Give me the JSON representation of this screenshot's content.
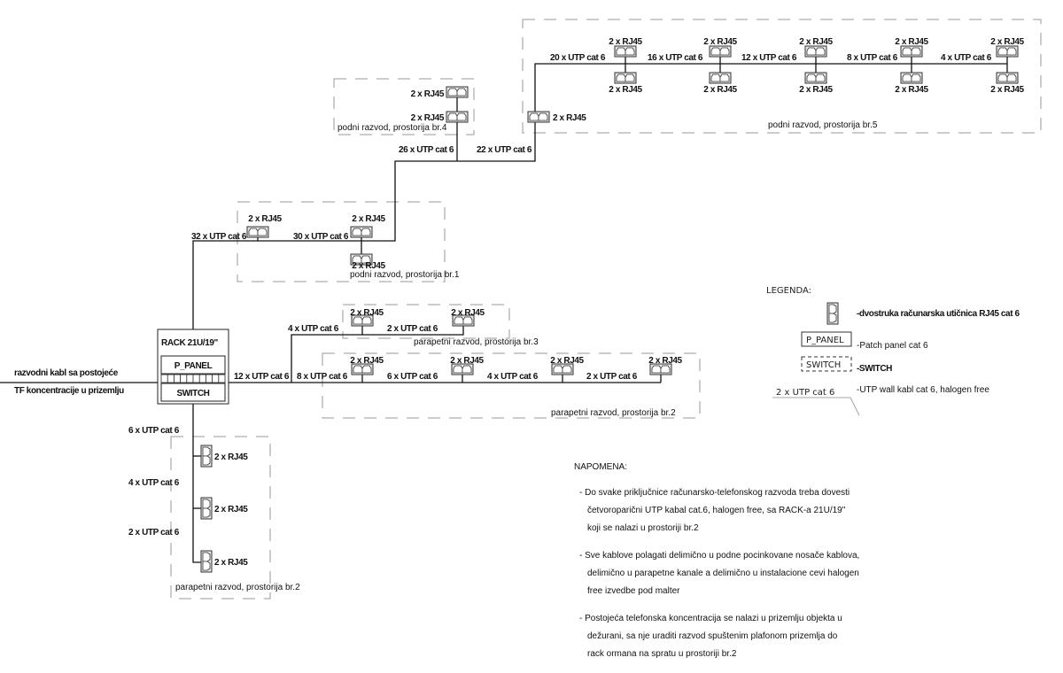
{
  "title": "Šema računarsko-telefonskog razvoda",
  "rack": {
    "label": "RACK 21U/19\"",
    "patch_panel": "P_PANEL",
    "switch": "SWITCH"
  },
  "incoming_cable": {
    "line1": "razvodni kabl sa postojeće",
    "line2": "TF koncentracije u prizemlju"
  },
  "outlet_label": "2 x RJ45",
  "zones": {
    "room5": "podni razvod, prostorija br.5",
    "room4": "podni razvod, prostorija br.4",
    "room1": "podni razvod, prostorija br.1",
    "room3": "parapetni razvod, prostorija br.3",
    "room2_east": "parapetni razvod, prostorija br.2",
    "room2_south": "parapetni razvod, prostorija br.2"
  },
  "cable_labels": {
    "rack_to_north": "32 x UTP cat 6",
    "room1_mid": "30 x UTP cat 6",
    "room4_riser": "26 x UTP cat 6",
    "to_room5": "22 x UTP cat 6",
    "room5_seg1": "20 x UTP cat 6",
    "room5_seg2": "16 x UTP cat 6",
    "room5_seg3": "12 x UTP cat 6",
    "room5_seg4": "8 x UTP cat 6",
    "room5_seg5": "4 x UTP cat 6",
    "rack_to_east": "12 x UTP cat 6",
    "room3_seg1": "4 x UTP cat 6",
    "room3_seg2": "2 x UTP cat 6",
    "room2_seg1": "8 x UTP cat 6",
    "room2_seg2": "6 x UTP cat 6",
    "room2_seg3": "4 x UTP cat 6",
    "room2_seg4": "2 x UTP cat 6",
    "south_seg1": "6 x UTP cat 6",
    "south_seg2": "4 x UTP cat 6",
    "south_seg3": "2 x UTP cat 6"
  },
  "legend": {
    "title": "LEGENDA:",
    "outlet_desc": "-dvostruka računarska utičnica RJ45 cat 6",
    "patch_symbol": "P_PANEL",
    "patch_desc": "-Patch panel cat 6",
    "switch_symbol": "SWITCH",
    "switch_desc": "-SWITCH",
    "cable_symbol": "2 x UTP cat 6",
    "cable_desc": "-UTP wall kabl cat 6, halogen free"
  },
  "notes": {
    "title": "NAPOMENA:",
    "items": [
      {
        "line1": "- Do svake priključnice računarsko-telefonskog razvoda  treba dovesti",
        "line2": "četvoroparični UTP kabal cat.6, halogen free, sa RACK-a 21U/19\"",
        "line3": "koji se nalazi u prostoriji br.2"
      },
      {
        "line1": "- Sve kablove polagati delimično u podne pocinkovane nosače kablova,",
        "line2": "delimično u parapetne kanale a delimično u instalacione cevi halogen",
        "line3": "free izvedbe pod malter"
      },
      {
        "line1": "- Postojeća telefonska koncentracija se nalazi u prizemlju objekta u",
        "line2": "dežurani, sa nje uraditi razvod spuštenim plafonom prizemlja do",
        "line3": "rack ormana na spratu u prostoriji br.2"
      }
    ]
  }
}
